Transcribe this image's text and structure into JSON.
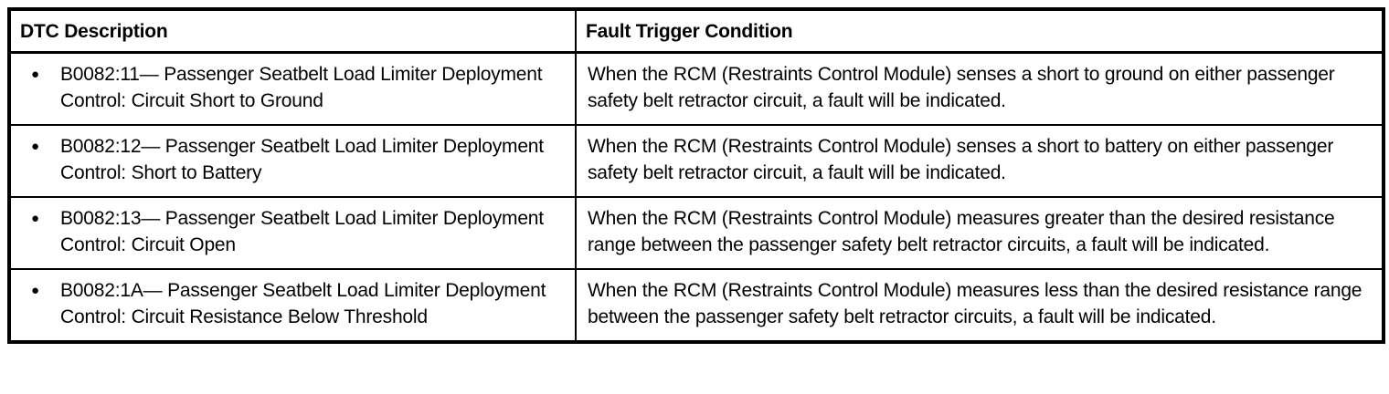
{
  "table": {
    "bullet": "●",
    "headers": [
      {
        "label": "DTC Description"
      },
      {
        "label": "Fault Trigger Condition"
      }
    ],
    "rows": [
      {
        "dtc": "B0082:11— Passenger Seatbelt Load Limiter Deployment Control: Circuit Short to Ground",
        "condition": "When the RCM (Restraints Control Module) senses a short to ground on either passenger safety belt retractor circuit, a fault will be indicated."
      },
      {
        "dtc": "B0082:12— Passenger Seatbelt Load Limiter Deployment Control: Short to Battery",
        "condition": "When the RCM (Restraints Control Module) senses a short to battery on either passenger safety belt retractor circuit, a fault will be indicated."
      },
      {
        "dtc": "B0082:13— Passenger Seatbelt Load Limiter Deployment Control: Circuit Open",
        "condition": "When the RCM (Restraints Control Module) measures greater than the desired resistance range between the passenger safety belt retractor circuits, a fault will be indicated."
      },
      {
        "dtc": "B0082:1A— Passenger Seatbelt Load Limiter Deployment Control: Circuit Resistance Below Threshold",
        "condition": "When the RCM (Restraints Control Module) measures less than the desired resistance range between the passenger safety belt retractor circuits, a fault will be indicated."
      }
    ]
  }
}
